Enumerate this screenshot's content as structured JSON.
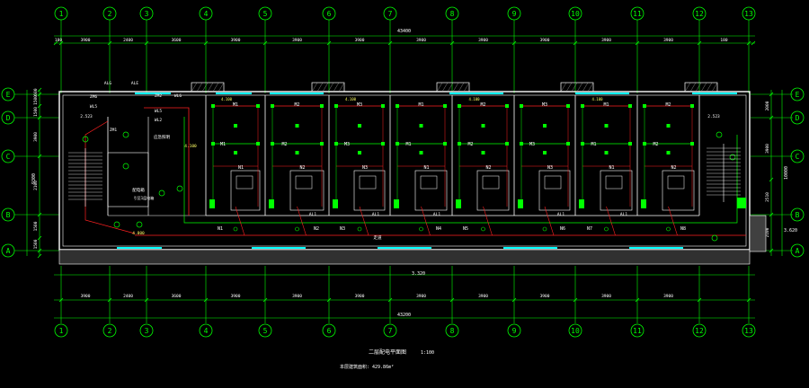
{
  "grid": {
    "columns": [
      "1",
      "2",
      "3",
      "4",
      "5",
      "6",
      "7",
      "8",
      "9",
      "10",
      "11",
      "12",
      "13"
    ],
    "rows": [
      "E",
      "D",
      "C",
      "B",
      "A"
    ],
    "top_spacings": [
      "180",
      "3900",
      "2400",
      "3600",
      "3900",
      "3900",
      "3900",
      "3900",
      "3900",
      "3900",
      "3900",
      "3900",
      "180"
    ],
    "bottom_spacings": [
      "3900",
      "2400",
      "3600",
      "3900",
      "3900",
      "3900",
      "3900",
      "3900",
      "3900",
      "3900",
      "3900"
    ],
    "total_top": "43400",
    "total_bottom": "43200",
    "left_spacings": [
      "600",
      "1500",
      "1500",
      "3900",
      "2100",
      "1500",
      "1500"
    ],
    "left_total": "9300",
    "right_spacings": [
      "2000",
      "3900",
      "2510",
      "2100"
    ],
    "right_total": "10000"
  },
  "labels": {
    "title": "二层配电平面图",
    "scale": "1:100",
    "note": "本层建筑面积: 429.86m²",
    "corridor_level": "3.320",
    "level_right": "3.620",
    "room_levels": [
      "4.100",
      "4.100",
      "4.100",
      "4.100",
      "4.100"
    ],
    "stair_level": "4.100",
    "lower_stair_level": "4.800",
    "panels": [
      "ALG",
      "ALE",
      "ZM6",
      "WL5",
      "ZM2",
      "WL6",
      "ZM1",
      "WL5",
      "WL2",
      "AL1",
      "AL1",
      "AL1",
      "AL1",
      "AL1"
    ],
    "circuits": [
      "N1",
      "N2",
      "N3",
      "N4",
      "N5",
      "N6",
      "N7",
      "N8"
    ],
    "room_tags": [
      "M1",
      "M2",
      "M3",
      "N1",
      "N2",
      "N3"
    ],
    "stair_note": "2.523",
    "right_stair_note": "2.523",
    "mid_left_note": "应急照明",
    "left_block_note": "配电箱",
    "left_block_sub": "引至1层电箱",
    "corridor_text": "走道"
  },
  "colors": {
    "background": "#000000",
    "axis": "#00ff00",
    "wall": "#ffffff",
    "wiring": "#ff2020",
    "fixture": "#00ff00",
    "window": "#00ffff",
    "text": "#ffffff",
    "dim_text": "#ffff66"
  }
}
